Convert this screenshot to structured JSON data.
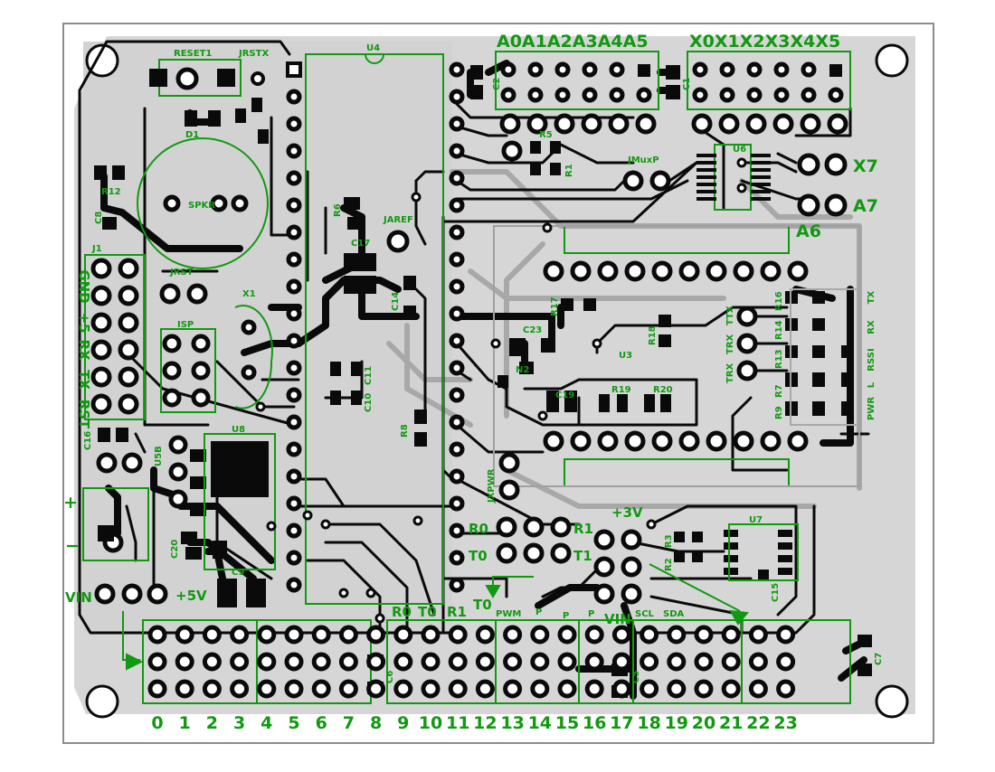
{
  "board": {
    "colors": {
      "background": "#ffffff",
      "board": "#d6d6d6",
      "copper": "#0a0a0a",
      "silk": "#119911",
      "pad_fill": "#ffffff",
      "outline": "#8c8c8c"
    },
    "analog_header_label": "A0A1A2A3A4A5",
    "digital_x_header_label": "X0X1X2X3X4X5",
    "bottom_numbers": [
      "0",
      "1",
      "2",
      "3",
      "4",
      "5",
      "6",
      "7",
      "8",
      "9",
      "10",
      "11",
      "12",
      "13",
      "14",
      "15",
      "16",
      "17",
      "18",
      "19",
      "20",
      "21",
      "22",
      "23"
    ],
    "left_labels": [
      "GND",
      "+5",
      "RX",
      "TX",
      "RST"
    ],
    "right_labels": [
      "TX",
      "RX",
      "RSSI",
      "L",
      "PWR"
    ],
    "side_labels": {
      "x7": "X7",
      "a7": "A7",
      "a6": "A6"
    },
    "misc_labels": {
      "vin": "VIN",
      "plus5v": "+5V",
      "plus3v": "+3V",
      "r0": "R0",
      "r1": "R1",
      "t0": "T0",
      "t1": "T1",
      "r0b": "R0",
      "t0b": "T0",
      "r1b": "R1",
      "t0c": "T0",
      "pwm": "PWM",
      "p1": "P",
      "p2": "P",
      "p3": "P",
      "vin2": "VIN",
      "scl": "SCL",
      "sda": "SDA",
      "plus": "+",
      "minus": "−",
      "trx1": "TRX",
      "trx2": "TRX",
      "ttx": "TTX"
    },
    "refdes": {
      "reset1": "RESET1",
      "jrstx": "JRSTX",
      "d1": "D1",
      "u4": "U4",
      "spkr": "SPKR",
      "r12": "R12",
      "c8": "C8",
      "j1": "J1",
      "jrst": "JRST",
      "isp": "ISP",
      "x1": "X1",
      "r6": "R6",
      "c17": "C17",
      "c14": "C14",
      "jaref": "JAREF",
      "c11": "C11",
      "c10": "C10",
      "r8": "R8",
      "u8": "U8",
      "c20": "C20",
      "c9": "C9",
      "u5b": "U5B",
      "c16": "C16",
      "c1": "C1",
      "c2": "C2",
      "r5": "R5",
      "r1": "R1",
      "u6": "U6",
      "jmux": "JMuxP",
      "c23": "C23",
      "r17": "R17",
      "r18": "R18",
      "u3": "U3",
      "n2": "N2",
      "c19": "C19",
      "r19": "R19",
      "r20": "R20",
      "r16": "R16",
      "r14": "R14",
      "r13": "R13",
      "r7": "R7",
      "r9": "R9",
      "jxpwr": "JXPWR",
      "u7": "U7",
      "r2": "R2",
      "r3": "R3",
      "c15": "C15",
      "c6": "C6",
      "c7": "C7",
      "c5": "C5"
    }
  }
}
